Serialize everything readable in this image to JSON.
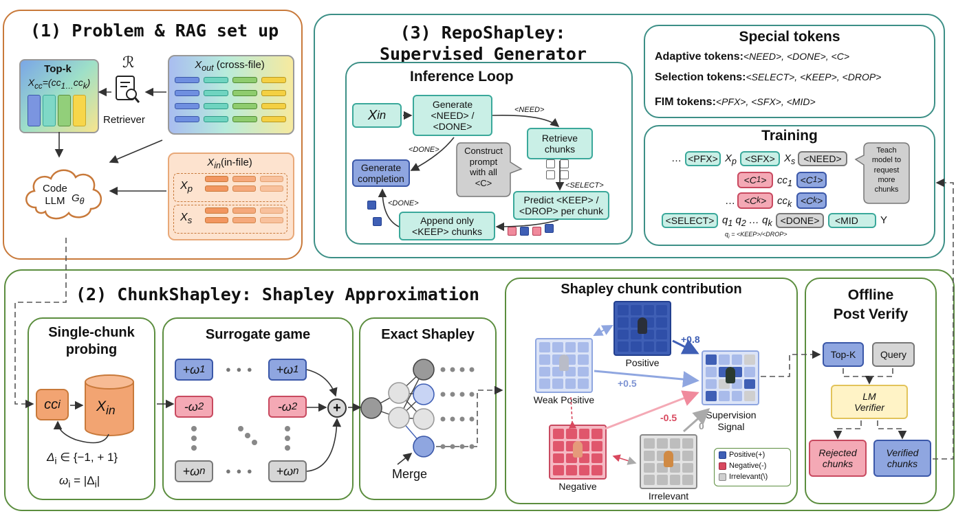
{
  "panel1": {
    "title": "(1) Problem & RAG set up",
    "topk_title": "Top-k",
    "topk_formula": "X",
    "topk_sub": "cc",
    "topk_formula2": "=(cc",
    "topk_sub2": "1…",
    "topk_formula3": "cc",
    "topk_sub3": "k",
    "topk_close": ")",
    "retriever_symbol": "ℛ",
    "retriever_label": "Retriever",
    "xout_x": "X",
    "xout_sub": "out",
    "xout_rest": "(cross-file)",
    "xin_x": "X",
    "xin_sub": "in",
    "xin_rest": "(in-file)",
    "xp_x": "X",
    "xp_sub": "p",
    "xs_x": "X",
    "xs_sub": "s",
    "llm_label_1": "Code",
    "llm_label_2": "LLM",
    "llm_g": "G",
    "llm_theta": "θ"
  },
  "panel3": {
    "title_1": "(3) RepoShapley:",
    "title_2": "Supervised Generator",
    "inference_title": "Inference Loop",
    "xin_x": "X",
    "xin_sub": "in",
    "generate_1": "Generate",
    "generate_2": "<NEED> /",
    "generate_3": "<DONE>",
    "need_label": "<NEED>",
    "done_label_1": "<DONE>",
    "done_label_2": "<DONE>",
    "select_label": "<SELECT>",
    "retrieve_1": "Retrieve",
    "retrieve_2": "chunks",
    "construct_1": "Construct",
    "construct_2": "prompt",
    "construct_3": "with all",
    "construct_4": "<C>",
    "gencomp_1": "Generate",
    "gencomp_2": "completion",
    "predict_1": "Predict <KEEP> /",
    "predict_2": "<DROP> per chunk",
    "append_1": "Append only",
    "append_2": "<KEEP> chunks"
  },
  "special_tokens": {
    "title": "Special tokens",
    "adaptive_label": "Adaptive tokens:",
    "adaptive_vals": "<NEED>, <DONE>, <C>",
    "selection_label": "Selection tokens:",
    "selection_vals": "<SELECT>, <KEEP>, <DROP>",
    "fim_label": "FIM tokens:",
    "fim_vals": "<PFX>, <SFX>, <MID>"
  },
  "training": {
    "title": "Training",
    "ellipsis1": "…",
    "pfx": "<PFX>",
    "xp_x": "X",
    "xp_sub": "p",
    "sfx": "<SFX>",
    "xs_x": "X",
    "xs_sub": "s",
    "need": "<NEED>",
    "teach_1": "Teach",
    "teach_2": "model to",
    "teach_3": "request",
    "teach_4": "more",
    "teach_5": "chunks",
    "c1": "<C",
    "c1_sub": "1",
    "c1_close": ">",
    "cc1": "cc",
    "cc1_sub": "1",
    "c1b": "<C",
    "c1b_sub": "1",
    "c1b_close": ">",
    "ellipsis2": "…",
    "ck": "<C",
    "ck_sub": "k",
    "ck_close": ">",
    "cck": "cc",
    "cck_sub": "k",
    "ckb": "<C",
    "ckb_sub": "k",
    "ckb_close": ">",
    "select": "<SELECT>",
    "q_seq": "q",
    "q1_sub": "1",
    "q2": " q",
    "q2_sub": "2",
    "qdots": " … q",
    "qk_sub": "k",
    "done": "<DONE>",
    "mid": "<MID",
    "y": "Y",
    "qi_note": "q",
    "qi_sub": "i",
    "qi_rest": " = <KEEP>/<DROP>"
  },
  "panel2": {
    "title": "(2) ChunkShapley: Shapley Approximation",
    "probing_title_1": "Single-chunk",
    "probing_title_2": "probing",
    "cc_x": "cc",
    "cc_sub": "i",
    "xin_x": "X",
    "xin_sub": "in",
    "delta_1": "Δ",
    "delta_1_sub": "i",
    "delta_1_rest": " ∈ {−1, + 1}",
    "omega_1": "ω",
    "omega_1_sub": "i",
    "omega_1_rest": " = |Δ",
    "omega_1_sub2": "i",
    "omega_1_close": "|",
    "surrogate_title": "Surrogate game",
    "w1": "+ω",
    "w1_sub": "1",
    "w2": "-ω",
    "w2_sub": "2",
    "wn": "+ω",
    "wn_sub": "n",
    "plus": "+",
    "dots": "● ● ●",
    "exact_title": "Exact Shapley",
    "merge_label": "Merge"
  },
  "contribution": {
    "title": "Shapley chunk contribution",
    "positive": "Positive",
    "weak_positive": "Weak Positive",
    "negative": "Negative",
    "irrelevant": "Irrelevant",
    "supervision_1": "Supervision",
    "supervision_2": "Signal",
    "w_pos": "+0.8",
    "w_weak": "+0.5",
    "w_neg": "-0.5",
    "w_irr": "0",
    "legend_pos": "Positive(+)",
    "legend_neg": "Negative(-)",
    "legend_irr": "Irrelevant(\\)"
  },
  "verify": {
    "title_1": "Offline",
    "title_2": "Post Verify",
    "topk": "Top-K",
    "query": "Query",
    "lm_1": "LM",
    "lm_2": "Verifier",
    "rejected_1": "Rejected",
    "rejected_2": "chunks",
    "verified_1": "Verified",
    "verified_2": "chunks"
  },
  "colors": {
    "orange_border": "#c8793a",
    "teal_border": "#3c8f86",
    "green_border": "#5b8d3e",
    "positive": "#3f5fb5",
    "negative": "#d8485e",
    "irrelevant": "#9a9a9a"
  }
}
